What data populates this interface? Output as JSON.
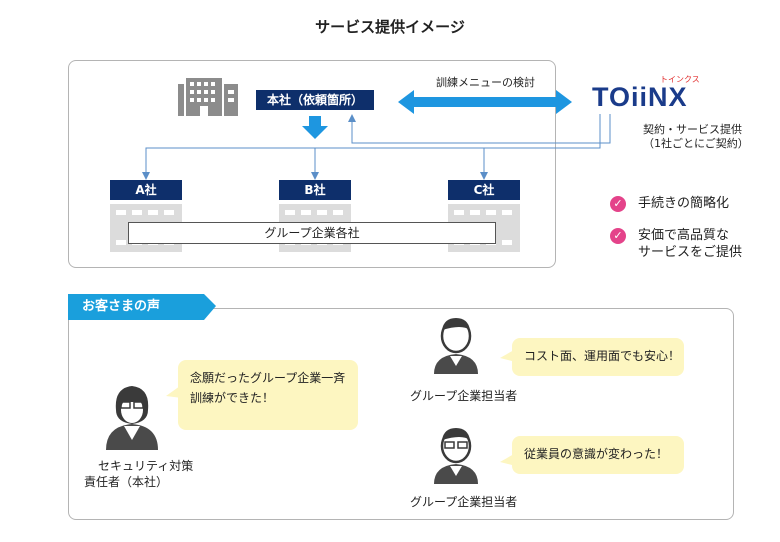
{
  "title": "サービス提供イメージ",
  "hq": {
    "label": "本社（依頼箇所）"
  },
  "arrow_label": "訓練メニューの検討",
  "brand": {
    "name": "TOiiNX",
    "kana": "トインクス",
    "note_line1": "契約・サービス提供",
    "note_line2": "（1社ごとにご契約）"
  },
  "companies": [
    {
      "label": "A社"
    },
    {
      "label": "B社"
    },
    {
      "label": "C社"
    }
  ],
  "group_label": "グループ企業各社",
  "benefits": [
    {
      "line1": "手続きの簡略化",
      "line2": ""
    },
    {
      "line1": "安価で高品質な",
      "line2": "サービスをご提供"
    }
  ],
  "voices": {
    "tab": "お客さまの声",
    "left_bubble_line1": "念願だったグループ企業一斉",
    "left_bubble_line2": "訓練ができた！",
    "left_person_line1": "セキュリティ対策",
    "left_person_line2": "責任者（本社）",
    "right_top_bubble": "コスト面、運用面でも安心！",
    "right_top_person": "グループ企業担当者",
    "right_bottom_bubble": "従業員の意識が変わった！",
    "right_bottom_person": "グループ企業担当者"
  },
  "colors": {
    "navy": "#0e2f6b",
    "blue": "#1a9fdc",
    "arrow_blue": "#1e96e0",
    "pink": "#e4438a",
    "bubble": "#fdf6c1"
  }
}
